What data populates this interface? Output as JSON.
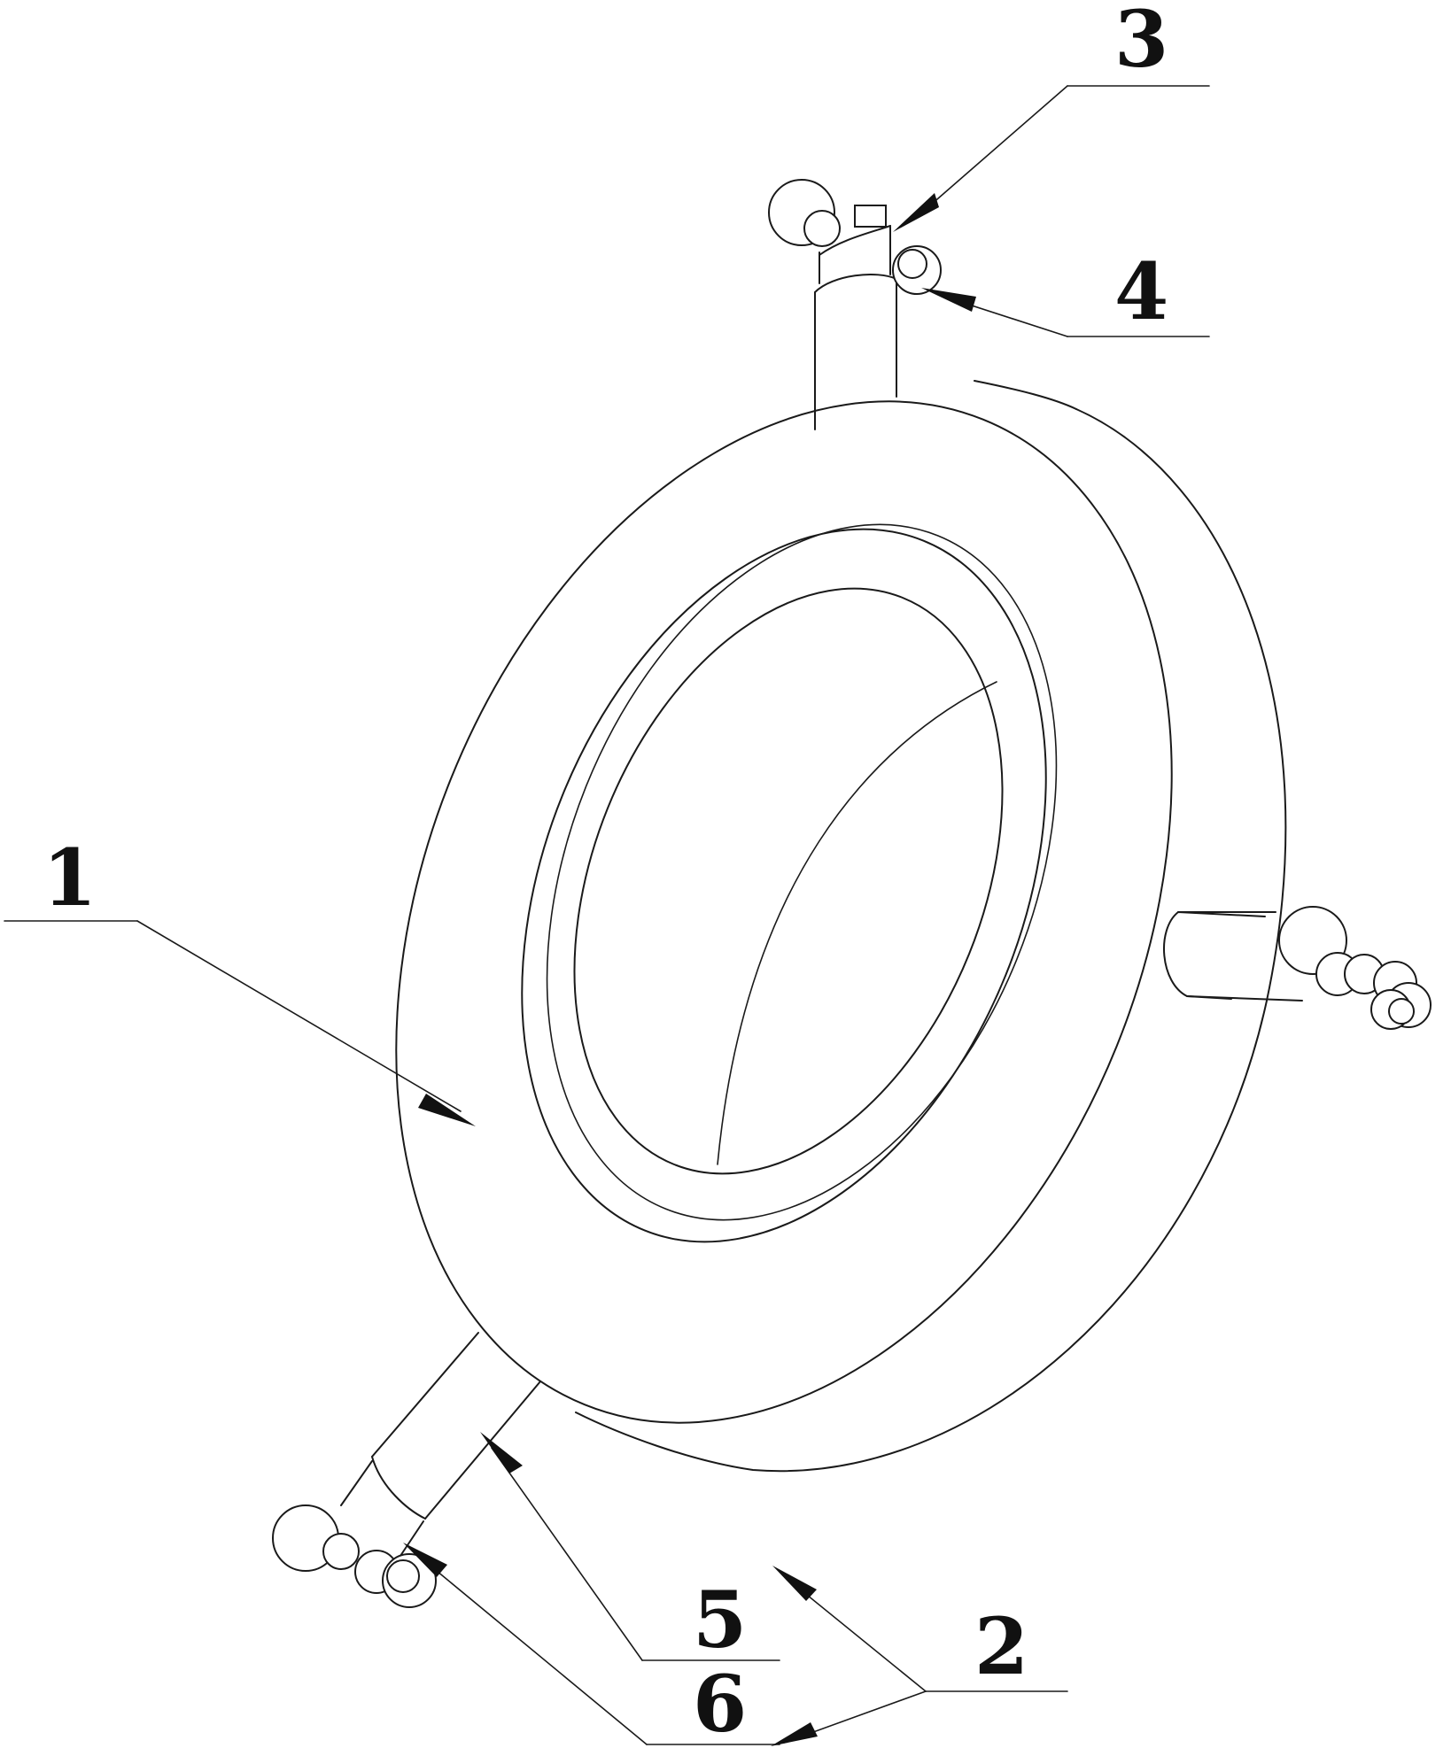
{
  "figure": {
    "labels": [
      {
        "id": "1",
        "text": "1"
      },
      {
        "id": "2",
        "text": "2"
      },
      {
        "id": "3",
        "text": "3"
      },
      {
        "id": "4",
        "text": "4"
      },
      {
        "id": "5",
        "text": "5"
      },
      {
        "id": "6",
        "text": "6"
      }
    ]
  }
}
